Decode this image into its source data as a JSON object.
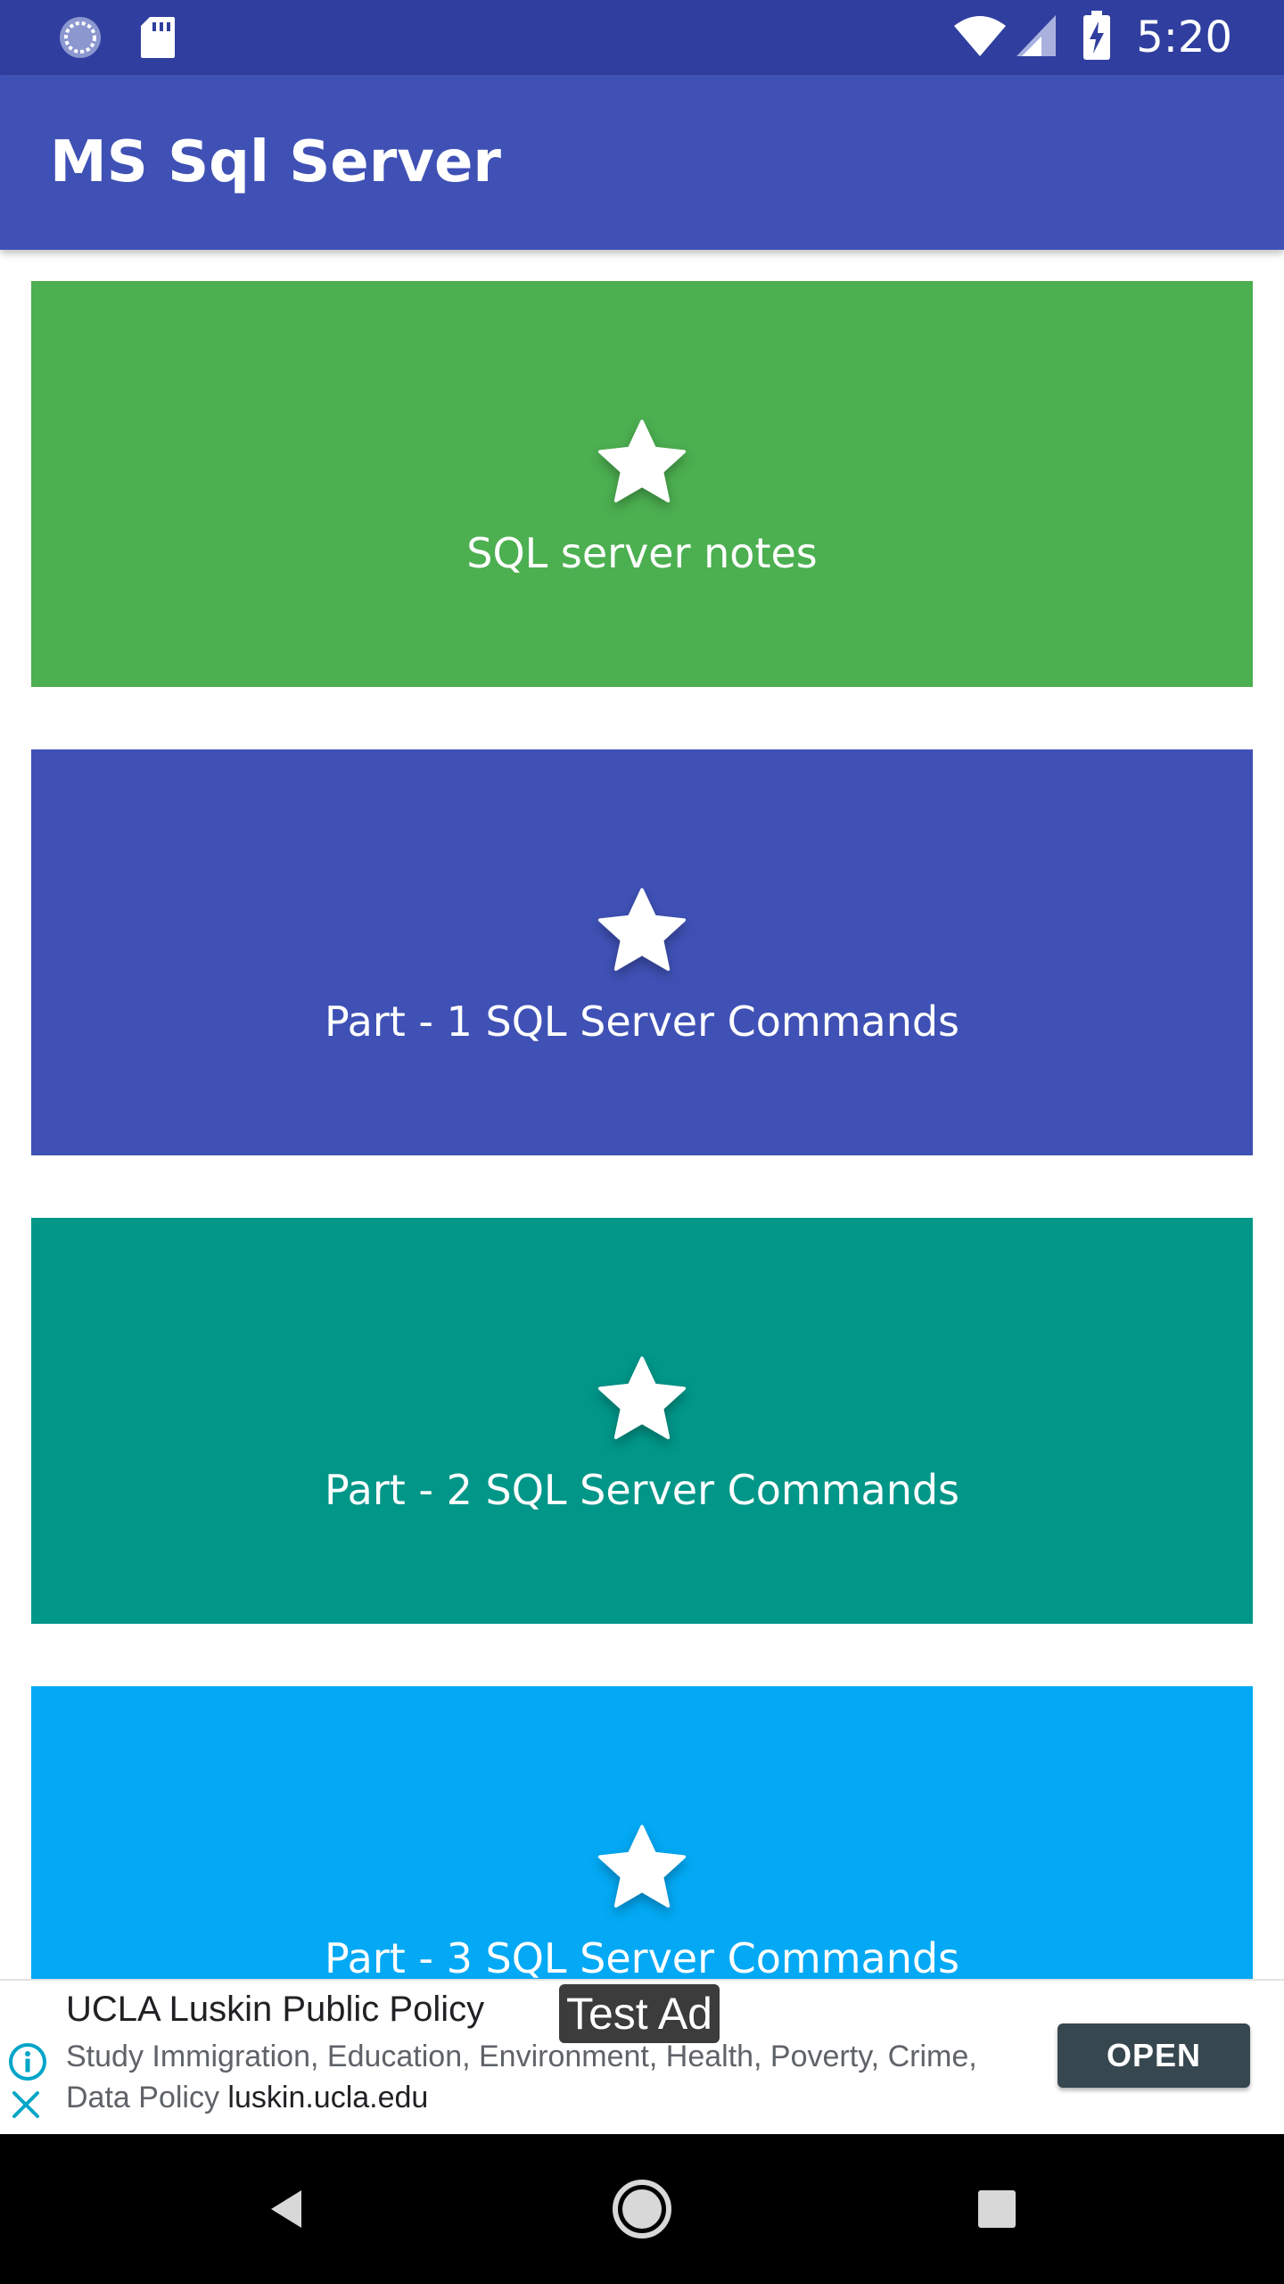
{
  "status_bar": {
    "time": "5:20",
    "icons": [
      "sync-icon",
      "sd-card-icon",
      "wifi-icon",
      "cell-signal-icon",
      "battery-charging-icon"
    ],
    "background": "#303f9f"
  },
  "app_bar": {
    "title": "MS Sql Server",
    "background": "#3f51b5"
  },
  "cards": [
    {
      "label": "SQL server notes",
      "color": "#4caf50",
      "icon": "star-icon"
    },
    {
      "label": "Part - 1 SQL Server Commands",
      "color": "#3f51b5",
      "icon": "star-icon"
    },
    {
      "label": "Part - 2 SQL Server Commands",
      "color": "#009688",
      "icon": "star-icon"
    },
    {
      "label": "Part - 3 SQL Server Commands",
      "color": "#03a9f4",
      "icon": "star-icon"
    }
  ],
  "ad": {
    "title": "UCLA Luskin Public Policy",
    "test_tag": "Test Ad",
    "description": "Study Immigration, Education, Environment, Health, Poverty, Crime, Data Policy",
    "domain": "luskin.ucla.edu",
    "button_label": "OPEN",
    "accent": "#00a5c8"
  },
  "nav_bar": {
    "buttons": [
      "back-icon",
      "home-icon",
      "recents-icon"
    ]
  }
}
